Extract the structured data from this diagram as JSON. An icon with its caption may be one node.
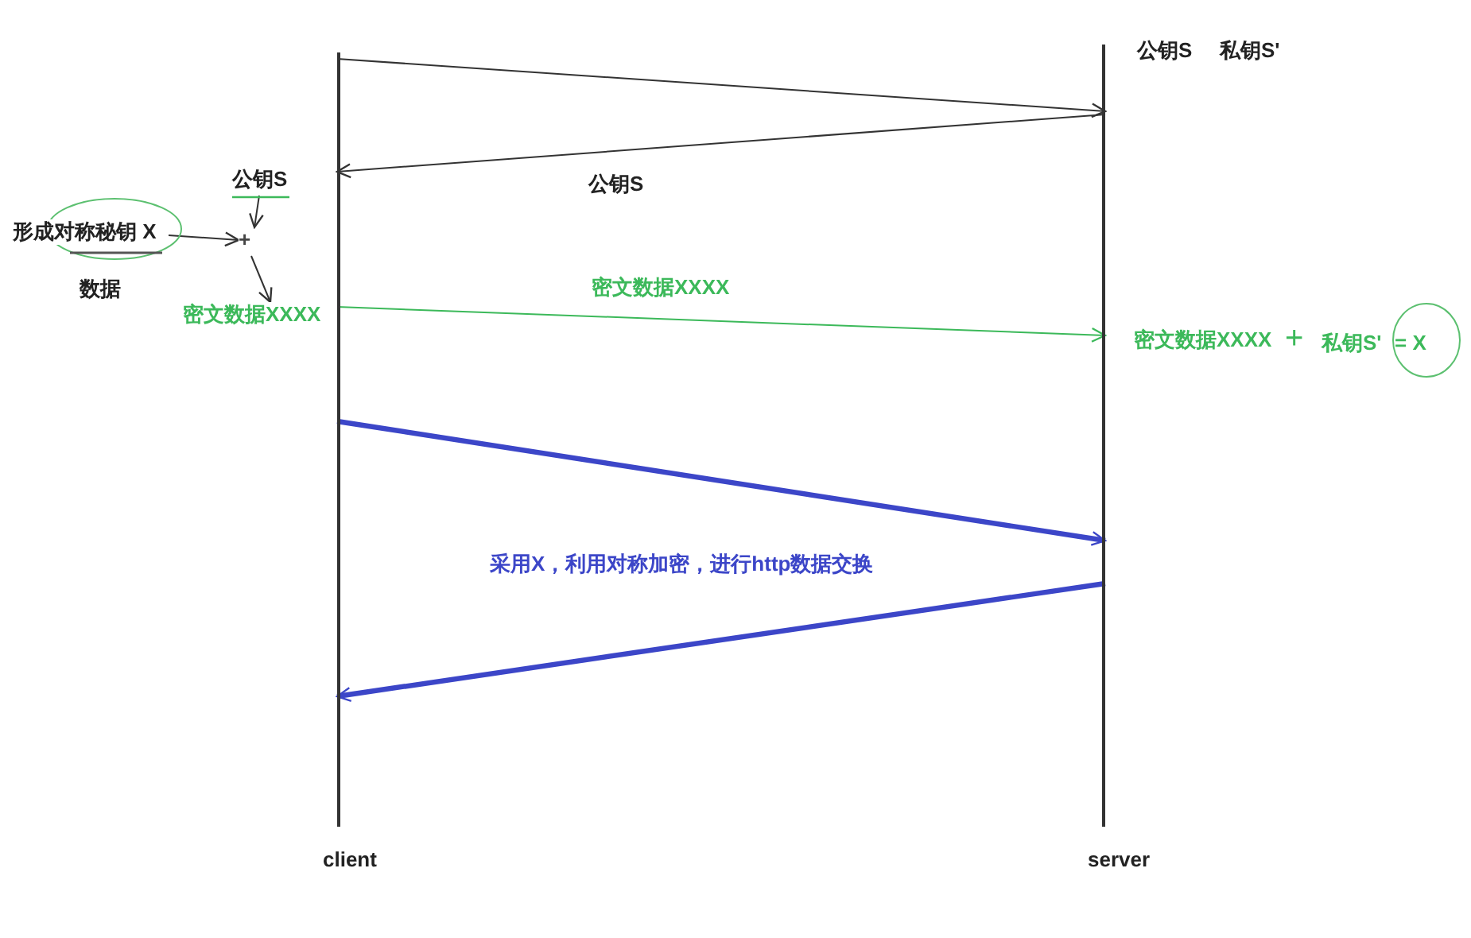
{
  "diagram": {
    "nodes": [
      {
        "text": [],
        "shape": "bar",
        "beside": [
          "client"
        ]
      },
      {
        "text": [],
        "shape": "bar",
        "beside": [
          "server"
        ]
      },
      {
        "text": [
          "形成对称秘钥 X"
        ]
      },
      {
        "text": [
          "公钥S"
        ]
      },
      {
        "text": [
          "+"
        ]
      },
      {
        "text": [
          "密文数据XXXX"
        ]
      }
    ],
    "edges": [
      {
        "from": 0,
        "to": 1,
        "arrow": "to"
      },
      {
        "from": 1,
        "to": 0,
        "arrow": "to",
        "label": "公钥S"
      },
      {
        "from": 0,
        "to": 1,
        "arrow": "to",
        "label": "密文数据XXXX",
        "color": "#3cb95a"
      },
      {
        "from": 0,
        "to": 1,
        "arrow": "to",
        "style": "thick",
        "color": "#3c46c8"
      },
      {
        "from": 1,
        "to": 0,
        "arrow": "to",
        "style": "thick",
        "color": "#3c46c8"
      },
      {
        "from": 2,
        "to": 4,
        "arrow": "to"
      },
      {
        "from": 3,
        "to": 4,
        "arrow": "to"
      },
      {
        "from": 4,
        "to": 5,
        "arrow": "to"
      }
    ],
    "labels": [
      "数据",
      "公钥S",
      "私钥S'",
      "密文数据XXXX",
      "+",
      "私钥S'",
      "= X",
      "采用X，利用对称加密，进行http数据交换"
    ]
  }
}
